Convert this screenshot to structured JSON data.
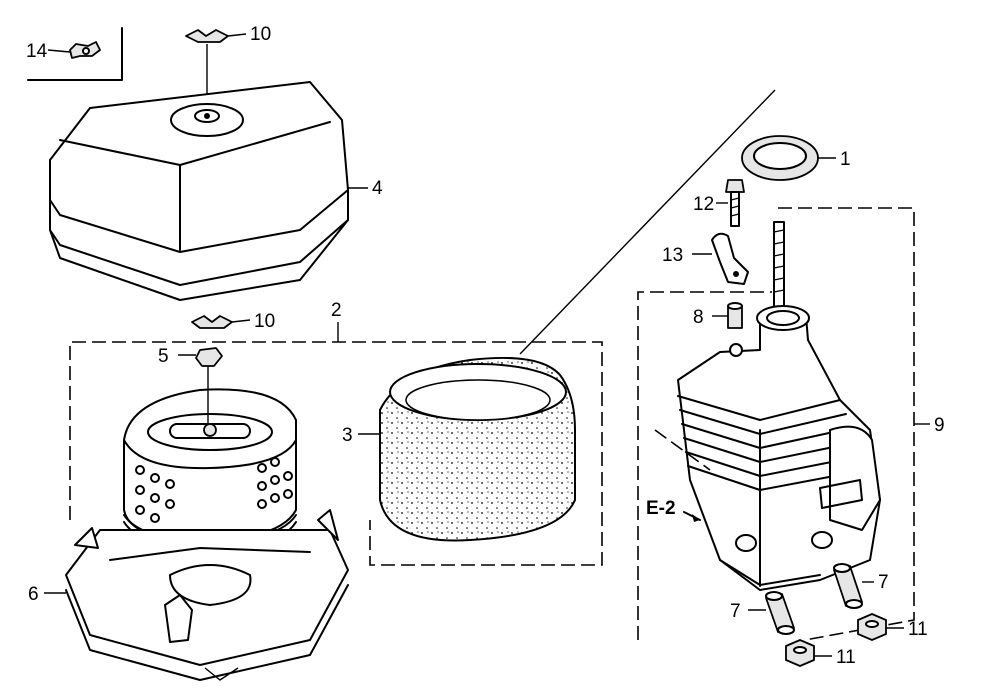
{
  "callouts": {
    "p1": "1",
    "p2": "2",
    "p3": "3",
    "p4": "4",
    "p5": "5",
    "p6": "6",
    "p7a": "7",
    "p7b": "7",
    "p8": "8",
    "p9": "9",
    "p10a": "10",
    "p10b": "10",
    "p11a": "11",
    "p11b": "11",
    "p12": "12",
    "p13": "13",
    "p14": "14"
  },
  "reference": "E-2"
}
